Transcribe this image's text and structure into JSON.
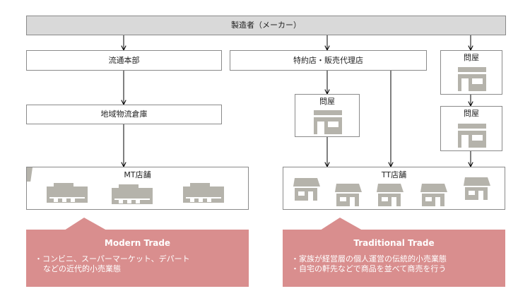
{
  "manufacturer": "製造者（メーカー）",
  "logistics_hq": "流通本部",
  "regional_warehouse": "地域物流倉庫",
  "special_agency": "特約店・販売代理店",
  "wholesaler_label": "問屋",
  "mt_stores": "MT店舗",
  "tt_stores": "TT店舗",
  "modern_trade": {
    "title": "Modern Trade",
    "line1": "・コンビニ、スーパーマーケット、デパート",
    "line2": "などの近代的小売業態"
  },
  "traditional_trade": {
    "title": "Traditional Trade",
    "line1": "・家族が経営層の個人運営の伝統的小売業態",
    "line2": "・自宅の軒先などで商品を並べて商売を行う"
  },
  "colors": {
    "icon": "#b5b3ab",
    "callout": "#d98e8e",
    "header": "#d9d9d9",
    "line": "#000000"
  }
}
